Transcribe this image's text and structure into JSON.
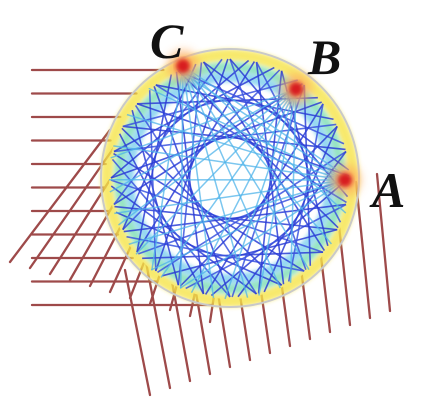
{
  "diagram": {
    "labels": {
      "a": "A",
      "b": "B",
      "c": "C"
    },
    "colors": {
      "incoming_rays": "#9e4a4a",
      "circle_outline": "#c9c9c9",
      "hot_spot_core": "#d7191c",
      "hot_spot_halo": "#fdae61",
      "interior_cold": "#2c3ed6"
    }
  }
}
